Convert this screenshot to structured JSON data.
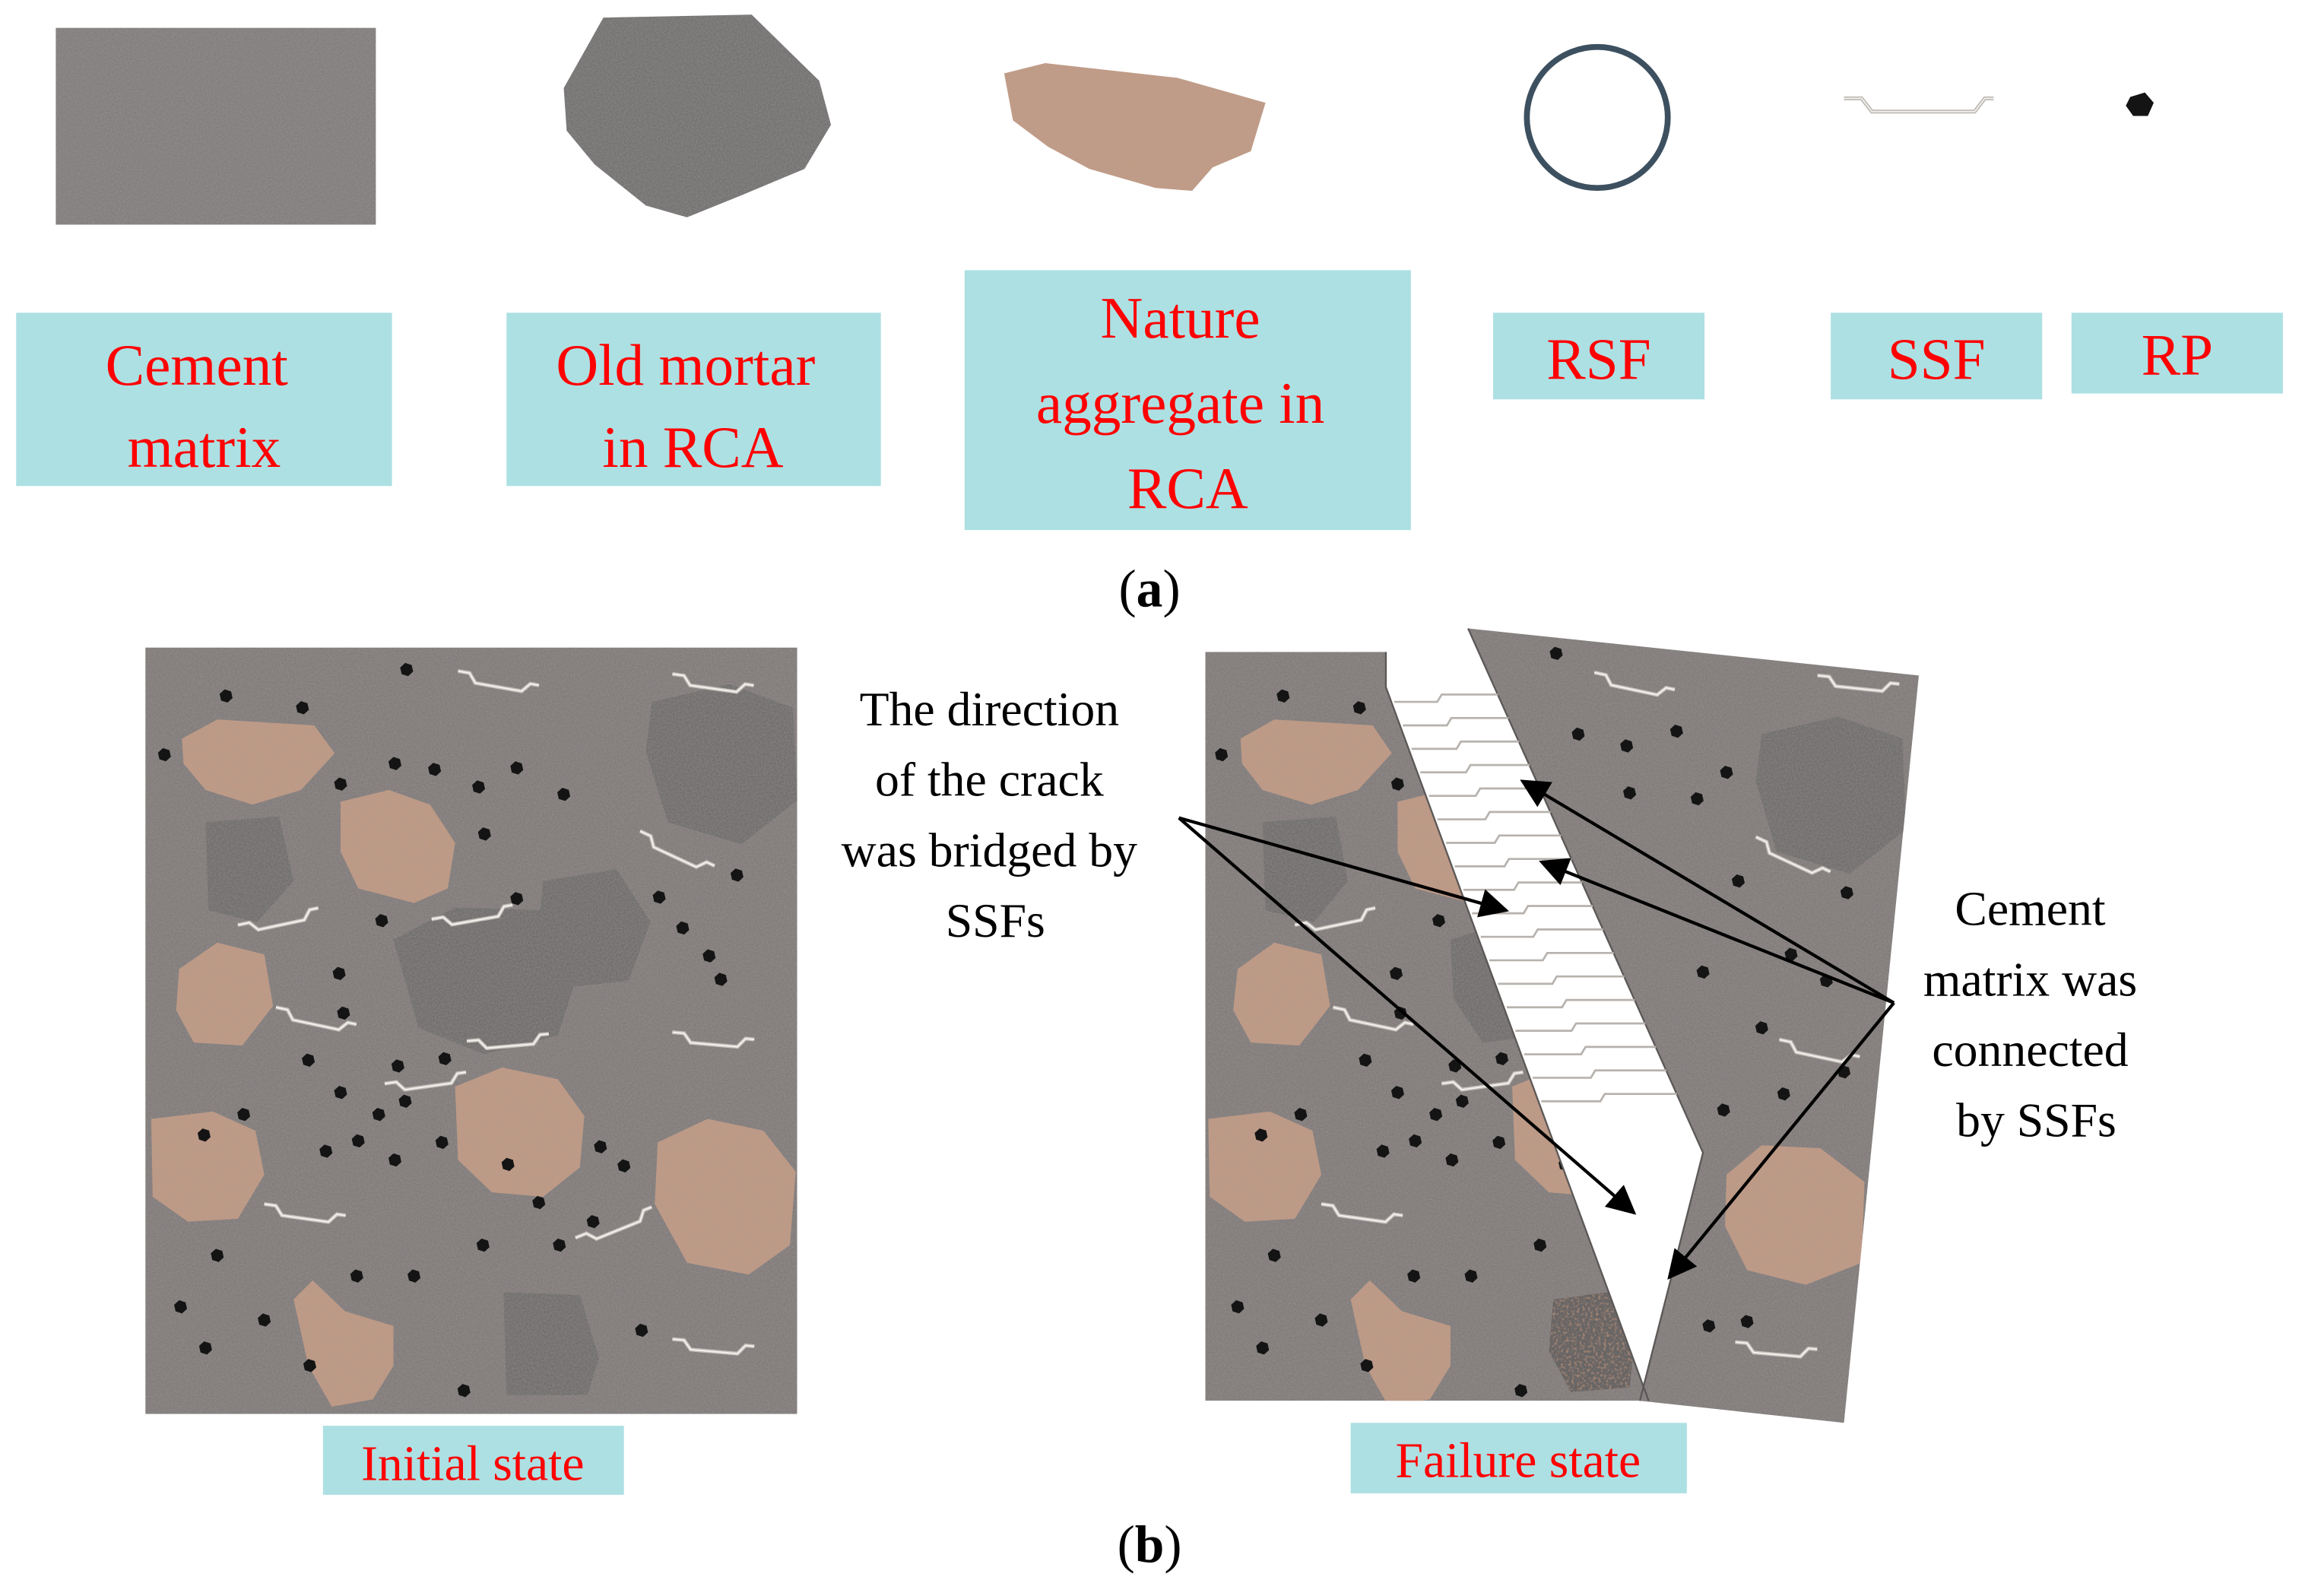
{
  "legend": {
    "items": [
      {
        "id": "cement",
        "label_lines": [
          "Cement",
          "matrix"
        ]
      },
      {
        "id": "mortar",
        "label_lines": [
          "Old mortar",
          "in RCA"
        ]
      },
      {
        "id": "aggregate",
        "label_lines": [
          "Nature",
          "aggregate in",
          "RCA"
        ]
      },
      {
        "id": "rsf",
        "label_lines": [
          "RSF"
        ]
      },
      {
        "id": "ssf",
        "label_lines": [
          "SSF"
        ]
      },
      {
        "id": "rp",
        "label_lines": [
          "RP"
        ]
      }
    ]
  },
  "panel_a_caption": {
    "open": "(",
    "letter": "a",
    "close": ")"
  },
  "panel_b_caption": {
    "open": "(",
    "letter": "b",
    "close": ")"
  },
  "states": {
    "initial": "Initial state",
    "failure": "Failure state"
  },
  "annotations": {
    "crack_direction_lines": [
      "The direction",
      "of the crack",
      "was bridged by",
      "SSFs"
    ],
    "matrix_connected_lines": [
      "Cement",
      "matrix was",
      "connected",
      "by SSFs"
    ]
  },
  "colors": {
    "label_box": "#ade0e3",
    "label_text": "#ff0000",
    "cement": "#7d7877",
    "mortar": "#6b6969",
    "aggregate": "#bc9a88",
    "rp": "#141414",
    "ssf": "#d9d6d2",
    "rsf": "#3d5060"
  }
}
